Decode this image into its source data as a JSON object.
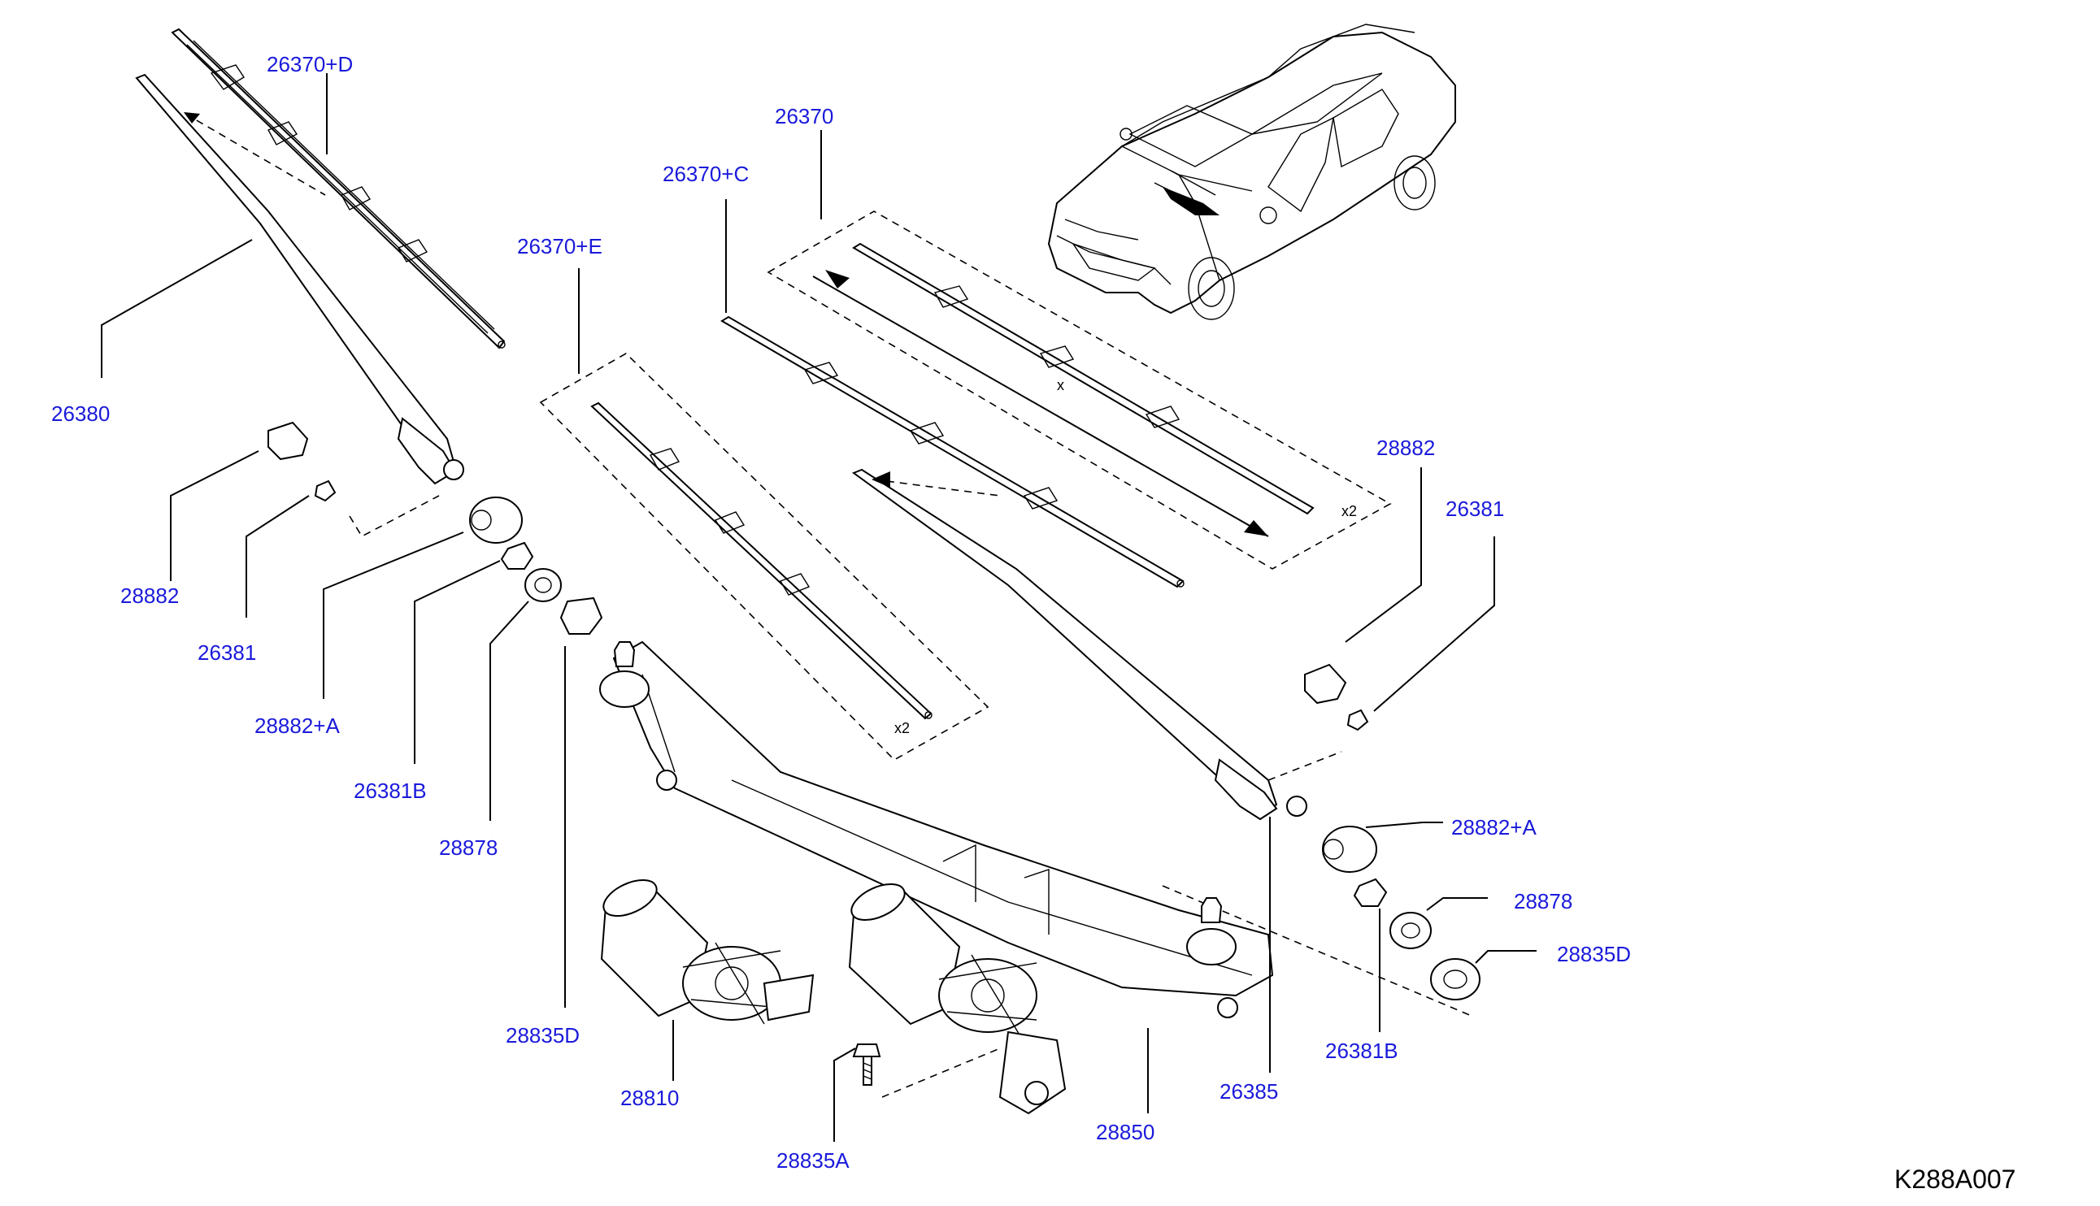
{
  "diagram": {
    "drawing_code": "K288A007",
    "parts": [
      {
        "id": "p1",
        "label": "26370+D"
      },
      {
        "id": "p2",
        "label": "26370"
      },
      {
        "id": "p3",
        "label": "26370+C"
      },
      {
        "id": "p4",
        "label": "26370+E"
      },
      {
        "id": "p5",
        "label": "26380"
      },
      {
        "id": "p6",
        "label": "28882"
      },
      {
        "id": "p7",
        "label": "26381"
      },
      {
        "id": "p8",
        "label": "28882+A"
      },
      {
        "id": "p9",
        "label": "26381B"
      },
      {
        "id": "p10",
        "label": "28878"
      },
      {
        "id": "p11",
        "label": "28835D"
      },
      {
        "id": "p12",
        "label": "28882"
      },
      {
        "id": "p13",
        "label": "26381"
      },
      {
        "id": "p14",
        "label": "28882+A"
      },
      {
        "id": "p15",
        "label": "28878"
      },
      {
        "id": "p16",
        "label": "28835D"
      },
      {
        "id": "p17",
        "label": "26381B"
      },
      {
        "id": "p18",
        "label": "26385"
      },
      {
        "id": "p19",
        "label": "28810"
      },
      {
        "id": "p20",
        "label": "28835A"
      },
      {
        "id": "p21",
        "label": "28850"
      }
    ],
    "multipliers": {
      "m1": "x2",
      "m2": "x2",
      "m3": "x"
    }
  }
}
